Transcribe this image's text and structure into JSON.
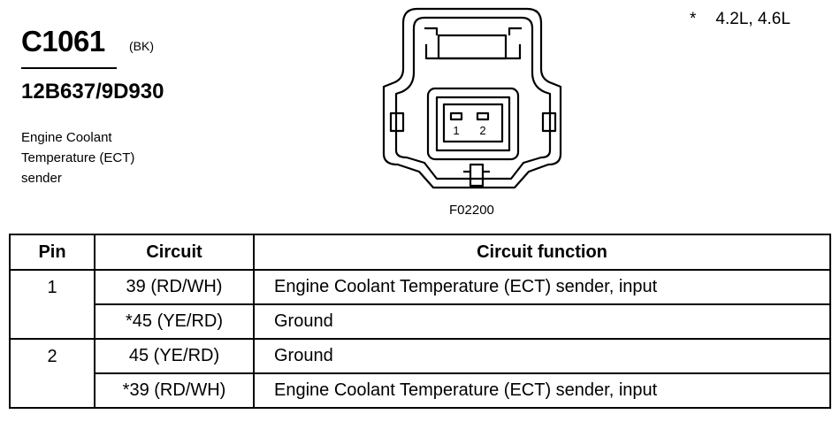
{
  "header": {
    "connector_id": "C1061",
    "color_code": "(BK)",
    "part_number": "12B637/9D930",
    "description_lines": [
      "Engine Coolant",
      "Temperature (ECT)",
      "sender"
    ]
  },
  "note": {
    "symbol": "*",
    "text": "4.2L, 4.6L"
  },
  "figure": {
    "id": "F02200",
    "terminal_labels": [
      "1",
      "2"
    ]
  },
  "table": {
    "headers": [
      "Pin",
      "Circuit",
      "Circuit function"
    ],
    "rows": [
      {
        "pin": "1",
        "circuit": "39 (RD/WH)",
        "function": "Engine Coolant Temperature (ECT) sender, input"
      },
      {
        "pin": "",
        "circuit": "*45 (YE/RD)",
        "function": "Ground"
      },
      {
        "pin": "2",
        "circuit": "45 (YE/RD)",
        "function": "Ground"
      },
      {
        "pin": "",
        "circuit": "*39 (RD/WH)",
        "function": "Engine Coolant Temperature (ECT) sender, input"
      }
    ]
  }
}
